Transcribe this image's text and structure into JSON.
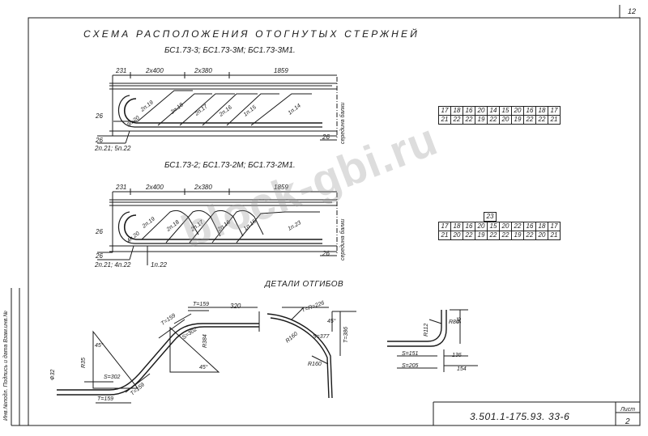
{
  "page_number": "12",
  "title": "СХЕМА РАСПОЛОЖЕНИЯ ОТОГНУТЫХ СТЕРЖНЕЙ",
  "upper_scheme": {
    "subtitle": "БС1.73-3; БС1.73-3М; БС1.73-3М1.",
    "dims": [
      "231",
      "2х400",
      "2х380",
      "1859"
    ],
    "bars": [
      "2п.19",
      "2п.18",
      "2п.17",
      "2п.16",
      "1п.15",
      "1п.14"
    ],
    "left_bar": "3п.20",
    "left_dim_top": "26",
    "left_dim_bottom": "26",
    "right_dim": "26",
    "bottom_note": "2п.21; 5п.22",
    "axis_label": "середина балки",
    "table": [
      [
        "17",
        "18",
        "16",
        "20",
        "14",
        "15",
        "20",
        "16",
        "18",
        "17"
      ],
      [
        "21",
        "22",
        "22",
        "19",
        "22",
        "20",
        "19",
        "22",
        "22",
        "21"
      ]
    ]
  },
  "lower_scheme": {
    "subtitle": "БС1.73-2; БС1.73-2М; БС1.73-2М1.",
    "dims": [
      "231",
      "2х400",
      "2х380",
      "1859"
    ],
    "bars": [
      "2п.19",
      "2п.18",
      "2п.17",
      "2п.16",
      "1п.15",
      "1п.23"
    ],
    "left_bar": "4п.20",
    "left_dim_top": "26",
    "left_dim_bottom": "26",
    "right_dim": "26",
    "bottom_note": "2п.21; 4п.22",
    "bottom_note2": "1п.22",
    "axis_label": "середина балки",
    "table_top": "23",
    "table": [
      [
        "17",
        "18",
        "16",
        "20",
        "15",
        "20",
        "22",
        "16",
        "18",
        "17"
      ],
      [
        "21",
        "20",
        "22",
        "19",
        "22",
        "22",
        "19",
        "22",
        "20",
        "21"
      ]
    ]
  },
  "details": {
    "title": "ДЕТАЛИ ОТГИБОВ",
    "detail1": {
      "labels": [
        "Т=159",
        "Т=159",
        "320",
        "S=302",
        "45°",
        "R384",
        "45°",
        "R35",
        "S=302",
        "Т=159",
        "Т=159",
        "Ф32"
      ]
    },
    "detail2": {
      "labels": [
        "Т=R=226",
        "45°",
        "R160",
        "S=377",
        "Т=386",
        "R160"
      ]
    },
    "detail3": {
      "labels": [
        "R80",
        "96",
        "R112",
        "S=151",
        "S=205",
        "136",
        "154"
      ]
    }
  },
  "side_caption": "Инв.№подл. Подпись и дата Взам.инв.№",
  "drawing_code": "3.501.1-175.93. 33-6",
  "sheet_label": "Лист",
  "sheet_number": "2",
  "watermark": "block-gbi.ru"
}
